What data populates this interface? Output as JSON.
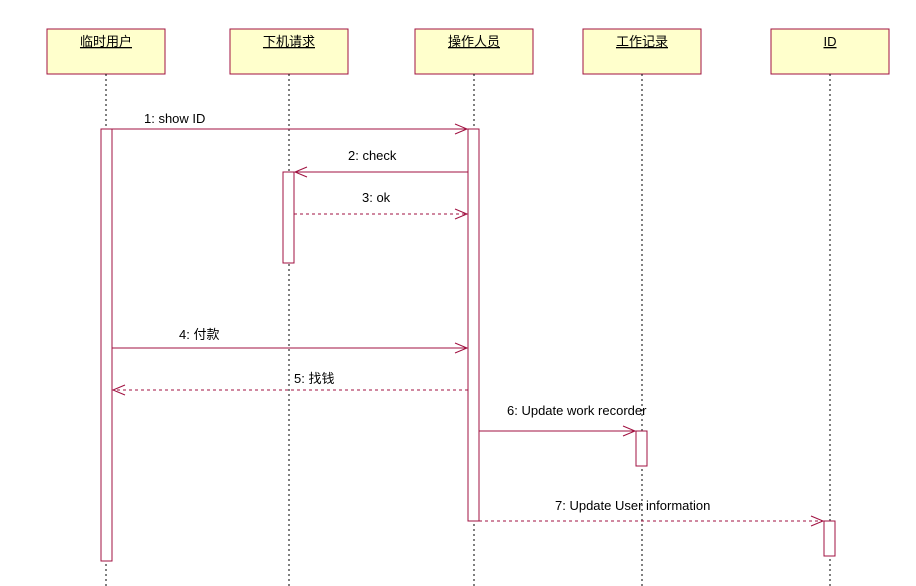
{
  "objects": [
    {
      "id": "temp_user",
      "label": "临时用户"
    },
    {
      "id": "machine_request",
      "label": "下机请求"
    },
    {
      "id": "operator",
      "label": "操作人员"
    },
    {
      "id": "work_record",
      "label": "工作记录"
    },
    {
      "id": "id_card",
      "label": "ID"
    }
  ],
  "messages": [
    {
      "label": "1: show ID",
      "from": "temp_user",
      "to": "operator",
      "kind": "sync"
    },
    {
      "label": "2: check",
      "from": "operator",
      "to": "machine_request",
      "kind": "sync"
    },
    {
      "label": "3: ok",
      "from": "machine_request",
      "to": "operator",
      "kind": "return"
    },
    {
      "label": "4: 付款",
      "from": "temp_user",
      "to": "operator",
      "kind": "sync"
    },
    {
      "label": "5: 找钱",
      "from": "operator",
      "to": "temp_user",
      "kind": "return"
    },
    {
      "label": "6: Update work recorder",
      "from": "operator",
      "to": "work_record",
      "kind": "sync"
    },
    {
      "label": "7: Update User information",
      "from": "operator",
      "to": "id_card",
      "kind": "return"
    }
  ],
  "colors": {
    "line": "#a01040",
    "box_fill": "#ffffcc"
  }
}
